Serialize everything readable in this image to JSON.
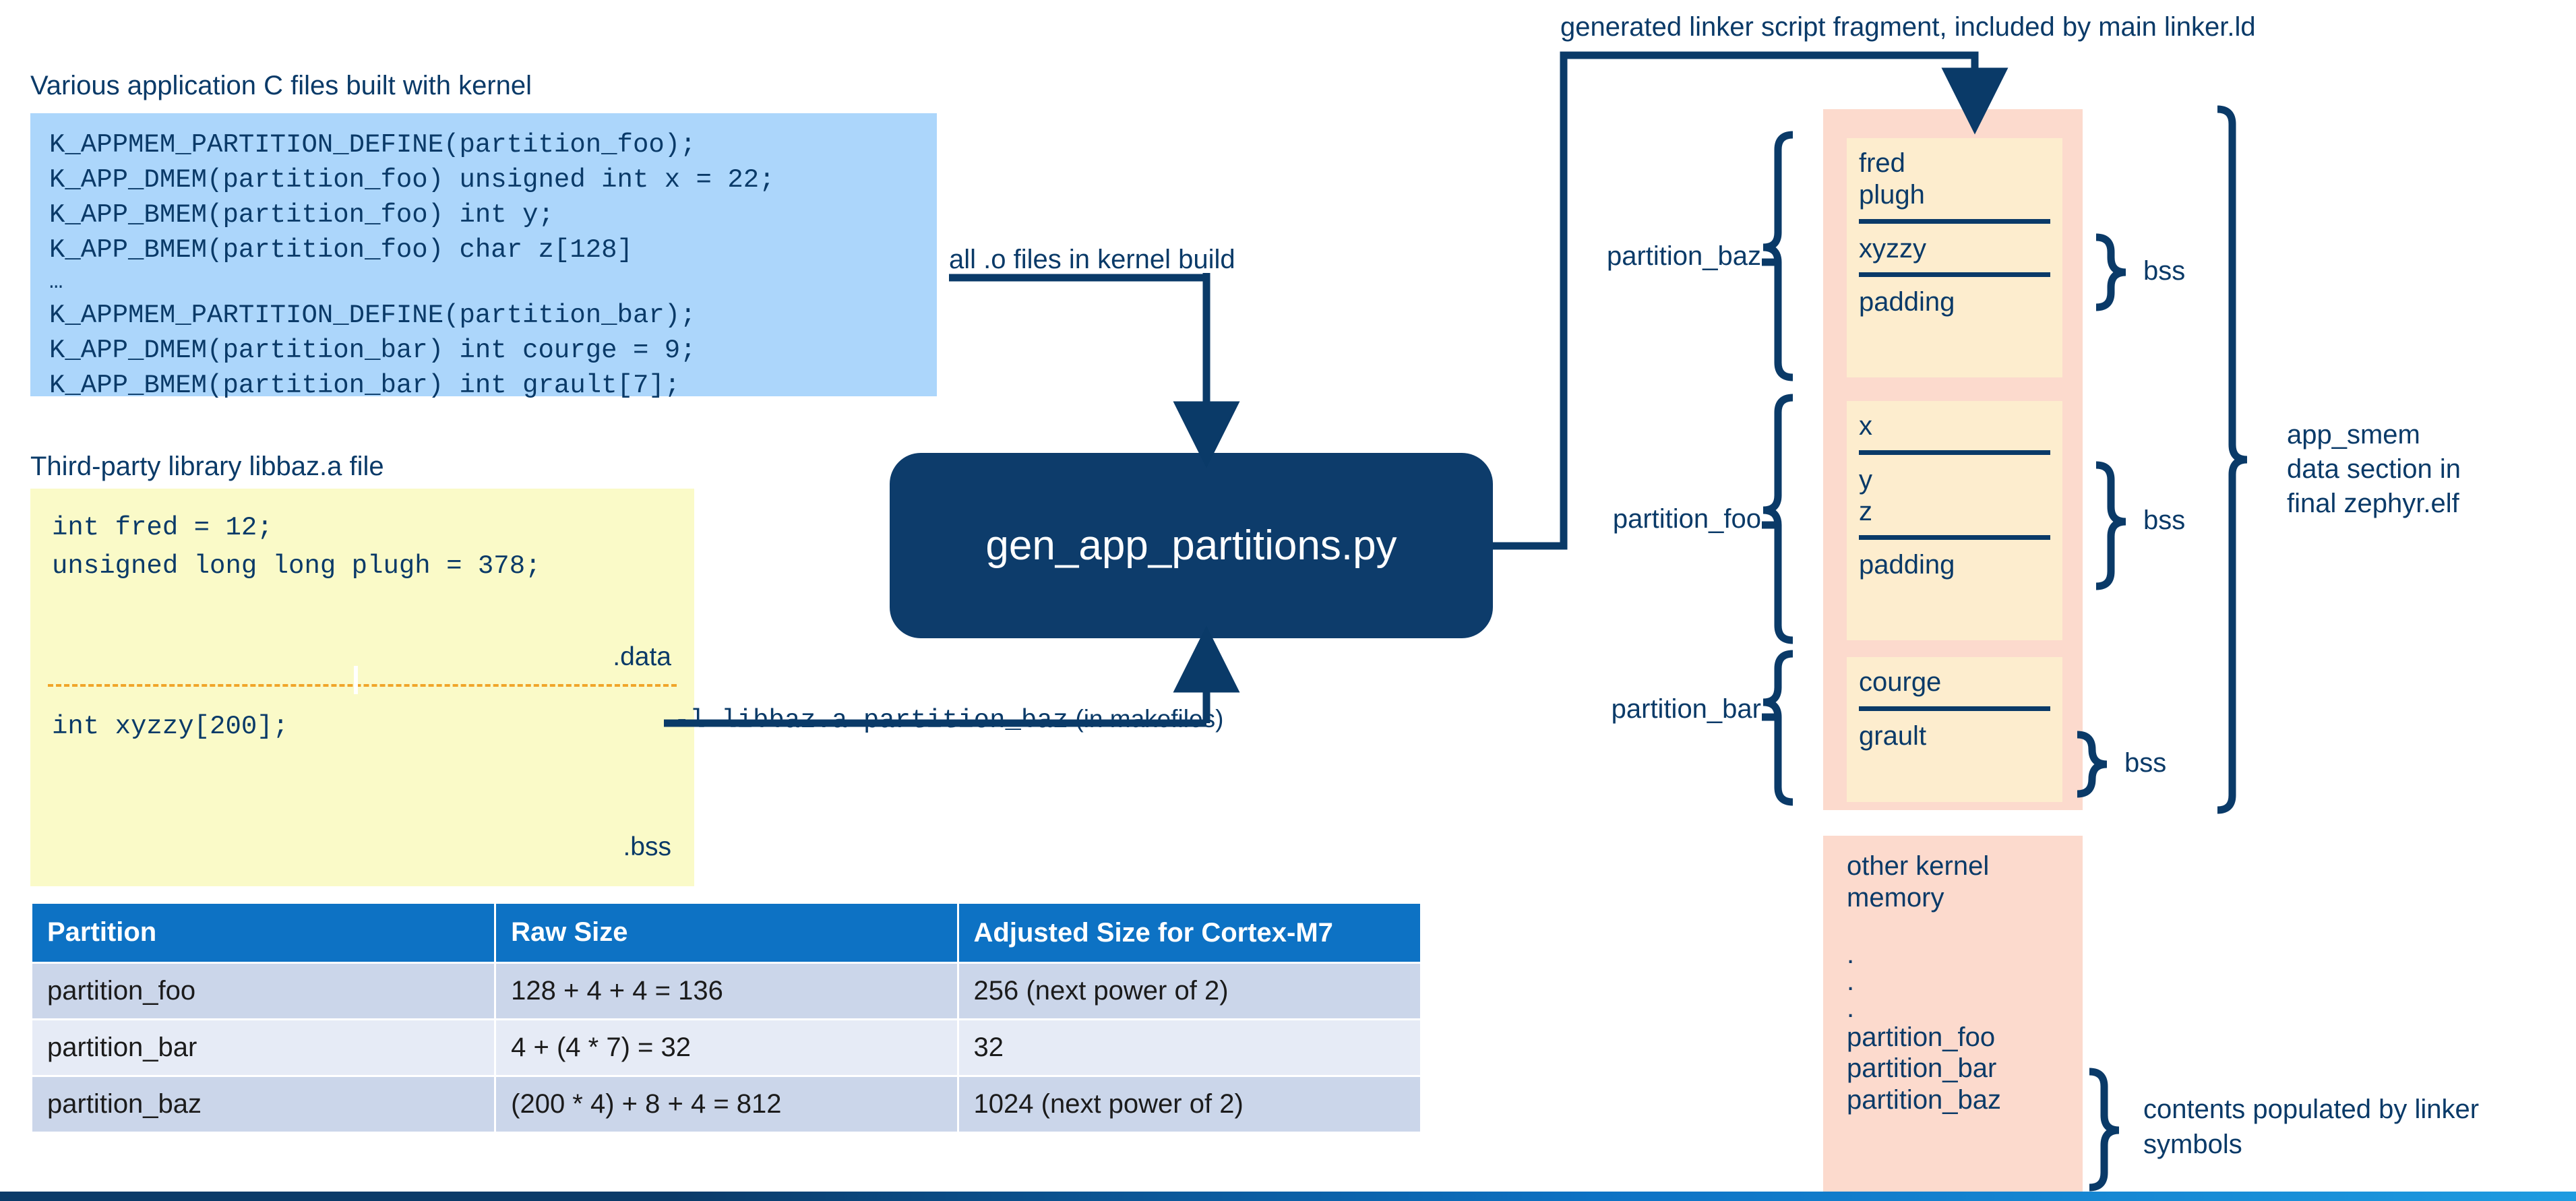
{
  "left": {
    "c_files_caption": "Various application C files built with kernel",
    "c_files_code": [
      "K_APPMEM_PARTITION_DEFINE(partition_foo);",
      "K_APP_DMEM(partition_foo) unsigned int x = 22;",
      "K_APP_BMEM(partition_foo) int y;",
      "K_APP_BMEM(partition_foo) char z[128]",
      "…",
      "K_APPMEM_PARTITION_DEFINE(partition_bar);",
      "K_APP_DMEM(partition_bar) int courge = 9;",
      "K_APP_BMEM(partition_bar) int grault[7];"
    ],
    "libbaz_caption": "Third-party library libbaz.a file",
    "libbaz_code_data": [
      "int fred = 12;",
      "unsigned long long plugh = 378;"
    ],
    "libbaz_code_bss": [
      "int xyzzy[200];"
    ],
    "label_data": ".data",
    "label_bss": ".bss"
  },
  "annotations": {
    "o_files": "all .o files in kernel build",
    "libbaz_cmd_mono": "-l libbaz.a partition_baz",
    "libbaz_cmd_tail": " (in makefiles)",
    "linker_fragment": "generated linker script fragment, included by main linker.ld",
    "app_smem": [
      "app_smem",
      "data section in",
      "final zephyr.elf"
    ],
    "linker_symbols": [
      "contents populated by linker",
      "symbols"
    ]
  },
  "gen_script": {
    "label": "gen_app_partitions.py"
  },
  "memory_map": {
    "partitions": [
      {
        "label": "partition_baz",
        "entries": [
          "fred",
          "plugh"
        ],
        "bss_entries": [
          "xyzzy"
        ],
        "trailing": [
          "padding"
        ],
        "bss_label": "bss"
      },
      {
        "label": "partition_foo",
        "entries": [
          "x"
        ],
        "bss_entries": [
          "y",
          "z"
        ],
        "trailing": [
          "padding"
        ],
        "bss_label": "bss"
      },
      {
        "label": "partition_bar",
        "entries": [
          "courge"
        ],
        "bss_entries": [
          "grault"
        ],
        "trailing": [],
        "bss_label": "bss"
      }
    ],
    "kernel_memory": {
      "title_lines": [
        "other kernel",
        "memory"
      ],
      "dots": [
        ".",
        ".",
        "."
      ],
      "symbols": [
        "partition_foo",
        "partition_bar",
        "partition_baz"
      ]
    }
  },
  "table": {
    "columns": [
      "Partition",
      "Raw Size",
      "Adjusted Size for Cortex-M7"
    ],
    "rows": [
      {
        "partition": "partition_foo",
        "raw": "128 + 4 + 4 = 136",
        "adjusted": "256 (next power of 2)"
      },
      {
        "partition": "partition_bar",
        "raw": "4 + (4 * 7) = 32",
        "adjusted": "32"
      },
      {
        "partition": "partition_baz",
        "raw": "(200 * 4) + 8 + 4 = 812",
        "adjusted": "1024 (next power of 2)"
      }
    ]
  },
  "colors": {
    "dark_blue": "#0A3A68",
    "node_blue": "#0D3C6B",
    "table_header_blue": "#0D72C4",
    "code_blue_bg": "#ACD6FB",
    "code_yellow_bg": "#FAFAC8",
    "peach_bg": "#FCDACD",
    "cream_bg": "#FDEDCE",
    "divider_orange": "#F0A52A",
    "row_odd": "#CBD6EA",
    "row_even": "#E6EBF6"
  }
}
